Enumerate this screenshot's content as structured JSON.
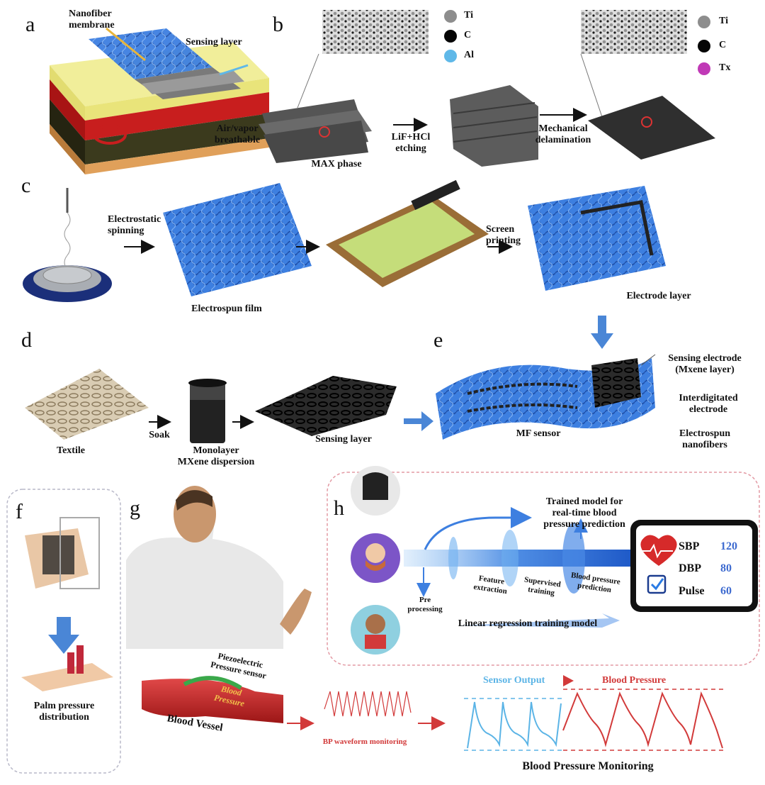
{
  "panels": {
    "a": {
      "label": "a",
      "nanofiber": "Nanofiber\nmembrane",
      "sensing": "Sensing layer",
      "breathable": "Air/vapor\nbreathable"
    },
    "b": {
      "label": "b",
      "left_legend": [
        "Ti",
        "C",
        "Al"
      ],
      "right_legend": [
        "Ti",
        "C",
        "Tx"
      ],
      "max_phase": "MAX  phase",
      "etching": "LiF+HCl\netching",
      "delamination": "Mechanical\ndelamination",
      "colors": {
        "Ti": "#8d8d8d",
        "C": "#050505",
        "Al": "#5fb8e8",
        "Tx": "#c039b6"
      }
    },
    "c": {
      "label": "c",
      "electrostatic": "Electrostatic\nspinning",
      "electrospun_film": "Electrospun film",
      "screen_printing": "Screen\nprinting",
      "electrode_layer": "Electrode layer"
    },
    "d": {
      "label": "d",
      "textile": "Textile",
      "soak": "Soak",
      "dispersion": "Monolayer\nMXene dispersion",
      "sensing_layer": "Sensing layer"
    },
    "e": {
      "label": "e",
      "mf_sensor": "MF sensor",
      "sensing_electrode": "Sensing electrode\n(Mxene layer)",
      "interdigitated": "Interdigitated\nelectrode",
      "nanofibers": "Electrospun\nnanofibers"
    },
    "f": {
      "label": "f",
      "palm": "Palm pressure\ndistribution"
    },
    "g": {
      "label": "g",
      "piezo": "Piezoelectric\nPressure sensor",
      "blood_pressure": "Blood\nPressure",
      "blood_vessel": "Blood Vessel",
      "waveform": "BP waveform monitoring",
      "sensor_output": "Sensor Output",
      "bp": "Blood Pressure",
      "monitoring": "Blood Pressure Monitoring"
    },
    "h": {
      "label": "h",
      "trained": "Trained model for\nreal-time blood\npressure prediction",
      "pre": "Pre\nprocessing",
      "feature": "Feature\nextraction",
      "supervised": "Supervised\ntraining",
      "bp_prediction": "Blood pressure\nprediction",
      "linear": "Linear regression training model",
      "readout": [
        {
          "name": "SBP",
          "value": "120"
        },
        {
          "name": "DBP",
          "value": "80"
        },
        {
          "name": "Pulse",
          "value": "60"
        }
      ]
    }
  },
  "colors": {
    "blue_fiber": "#3d7fe0",
    "arrow_blue": "#4a86d6",
    "red": "#d23a3a",
    "value_blue": "#3e6bd0",
    "sensor_cyan": "#5bb4e6"
  }
}
